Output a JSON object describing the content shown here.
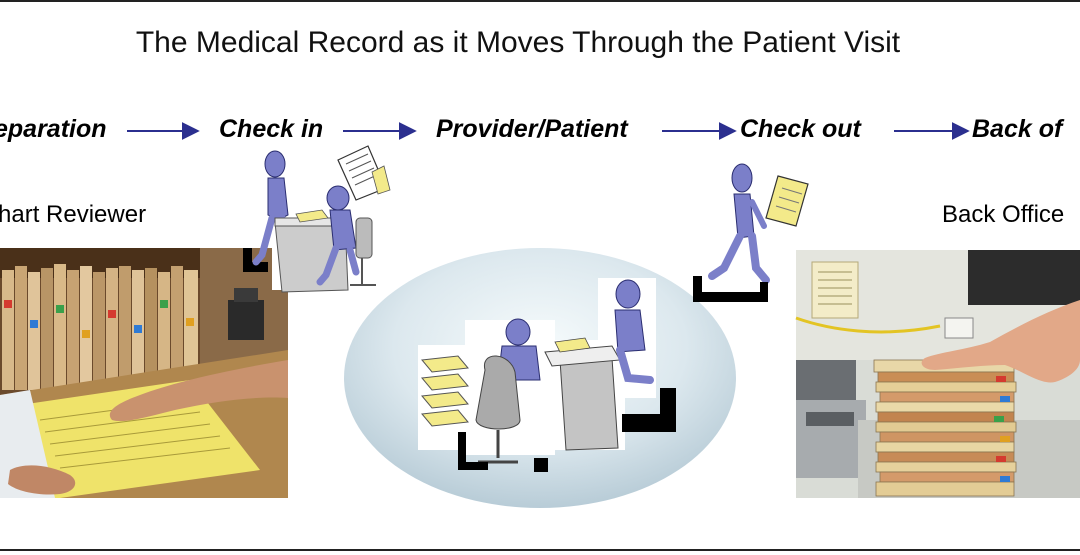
{
  "title": "The Medical Record as it Moves Through the Patient Visit",
  "steps": [
    "eparation",
    "Check in",
    "Provider/Patient",
    "Check out",
    "Back of"
  ],
  "labels": {
    "left_photo": "hart Reviewer",
    "right_photo": "Back Office"
  },
  "colors": {
    "arrow": "#2b2f8f",
    "figure": "#7b7fc9",
    "figure_dark": "#2a2d70",
    "paper": "#f3ea8a",
    "ellipse_light": "#eef6f8",
    "ellipse_dark": "#bccfd9"
  },
  "icons": [
    "person-at-desk-icon",
    "document-icon",
    "walking-person-icon",
    "file-folder-icon",
    "stacked-folders-icon"
  ]
}
